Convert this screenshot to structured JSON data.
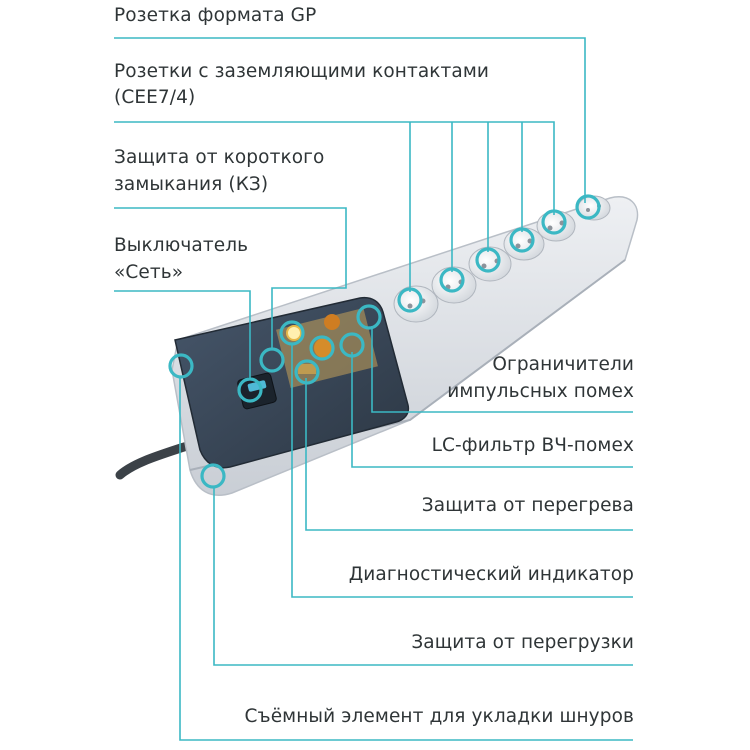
{
  "colors": {
    "callout": "#3bb8c4",
    "text": "#2f3537",
    "housing": "#d9dde2",
    "panel": "#3a4756"
  },
  "labels": {
    "gp_socket": "Розетка формата GP",
    "grounded_sockets_line1": "Розетки с заземляющими контактами",
    "grounded_sockets_line2": "(CEE7/4)",
    "short_circuit_line1": "Защита от короткого",
    "short_circuit_line2": "замыкания (КЗ)",
    "switch_line1": "Выключатель",
    "switch_line2": "«Сеть»",
    "surge_line1": "Ограничители",
    "surge_line2": "импульсных помех",
    "lc_filter": "LC-фильтр ВЧ-помех",
    "overheat": "Защита от перегрева",
    "diag_indicator": "Диагностический индикатор",
    "overload": "Защита от перегрузки",
    "cord_element": "Съёмный элемент для укладки шнуров"
  }
}
